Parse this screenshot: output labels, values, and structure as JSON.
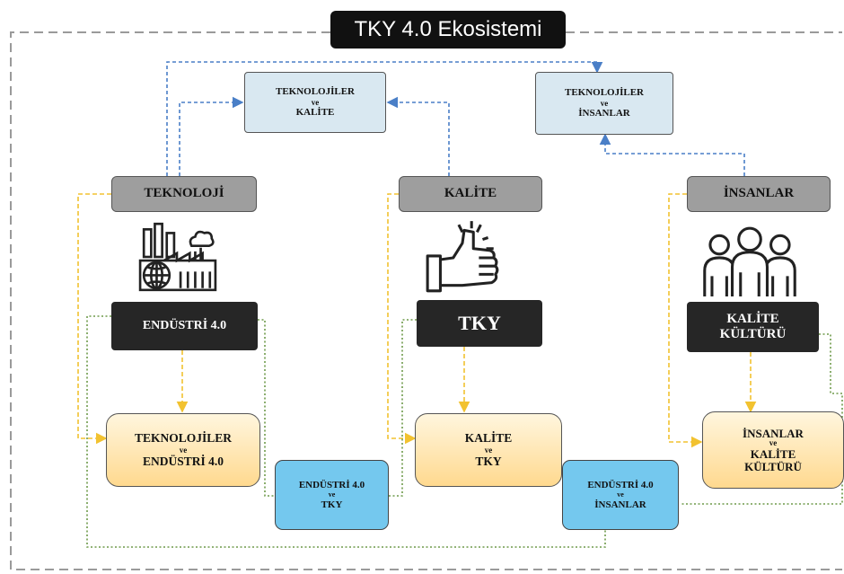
{
  "title": "TKY 4.0 Ekosistemi",
  "categories": {
    "teknoloji": "TEKNOLOJİ",
    "kalite": "KALİTE",
    "insanlar": "İNSANLAR"
  },
  "top_boxes": {
    "tek_kalite": {
      "line1": "TEKNOLOJİLER",
      "line2": "ve",
      "line3": "KALİTE"
    },
    "tek_insanlar": {
      "line1": "TEKNOLOJİLER",
      "line2": "ve",
      "line3": "İNSANLAR"
    }
  },
  "core_boxes": {
    "endustri": "ENDÜSTRİ 4.0",
    "tky": "TKY",
    "kultur_line1": "KALİTE",
    "kultur_line2": "KÜLTÜRÜ"
  },
  "result_boxes": {
    "tek_endustri": {
      "line1": "TEKNOLOJİLER",
      "line2": "ve",
      "line3": "ENDÜSTRİ 4.0"
    },
    "kalite_tky": {
      "line1": "KALİTE",
      "line2": "ve",
      "line3": "TKY"
    },
    "insan_kultur": {
      "line1": "İNSANLAR",
      "line2": "ve",
      "line3": "KALİTE",
      "line4": "KÜLTÜRÜ"
    }
  },
  "bridge_boxes": {
    "endustri_tky": {
      "line1": "ENDÜSTRİ 4.0",
      "line2": "ve",
      "line3": "TKY"
    },
    "endustri_insanlar": {
      "line1": "ENDÜSTRİ 4.0",
      "line2": "ve",
      "line3": "İNSANLAR"
    }
  },
  "icons": [
    "factory-icon",
    "thumbs-up-icon",
    "people-icon"
  ],
  "colors": {
    "frame": "#9a9a9a",
    "blue_connector": "#4a7fc7",
    "yellow_connector": "#f2c230",
    "green_connector": "#6e9a4a",
    "category_box": "#9e9e9e",
    "top_box": "#d9e8f1",
    "core_box": "#262626",
    "bridge_box": "#74c8ee",
    "result_box": "#ffd98f"
  }
}
